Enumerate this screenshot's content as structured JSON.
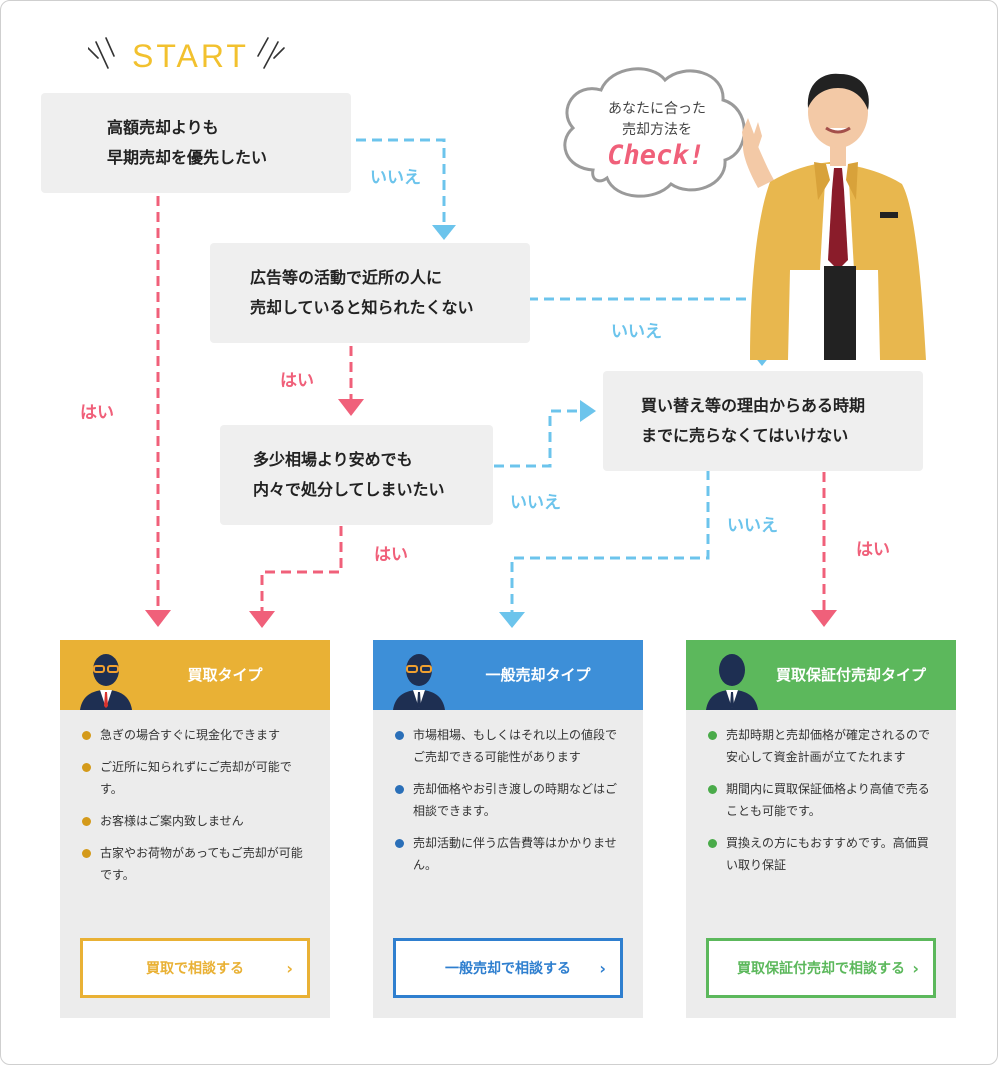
{
  "start": "START",
  "questions": {
    "q1": [
      "高額売却よりも",
      "早期売却を優先したい"
    ],
    "q2": [
      "広告等の活動で近所の人に",
      "売却していると知られたくない"
    ],
    "q3": [
      "多少相場より安めでも",
      "内々で処分してしまいたい"
    ],
    "q4": [
      "買い替え等の理由からある時期",
      "までに売らなくてはいけない"
    ]
  },
  "answers": {
    "no": "いいえ",
    "yes": "はい"
  },
  "bubble": {
    "line1": "あなたに合った",
    "line2": "売却方法を",
    "check": "Check!"
  },
  "cards": [
    {
      "title": "買取タイプ",
      "color": "#e9b135",
      "dot": "#d49a1a",
      "items": [
        "急ぎの場合すぐに現金化できます",
        "ご近所に知られずにご売却が可能です。",
        "お客様はご案内致しません",
        "古家やお荷物があってもご売却が可能です。"
      ],
      "cta": "買取で相談する"
    },
    {
      "title": "一般売却タイプ",
      "color": "#3d8fd8",
      "dot": "#2a6fb8",
      "items": [
        "市場相場、もしくはそれ以上の値段でご売却できる可能性があります",
        "売却価格やお引き渡しの時期などはご相談できます。",
        "売却活動に伴う広告費等はかかりません。"
      ],
      "cta": "一般売却で相談する"
    },
    {
      "title": "買取保証付売却タイプ",
      "color": "#5cb85c",
      "dot": "#4aab4a",
      "items": [
        "売却時期と売却価格が確定されるので安心して資金計画が立てたれます",
        "期間内に買取保証価格より高値で売ることも可能です。",
        "買換えの方にもおすすめです。高価買い取り保証"
      ],
      "cta": "買取保証付売却で相談する"
    }
  ],
  "cta_arrow": "›"
}
